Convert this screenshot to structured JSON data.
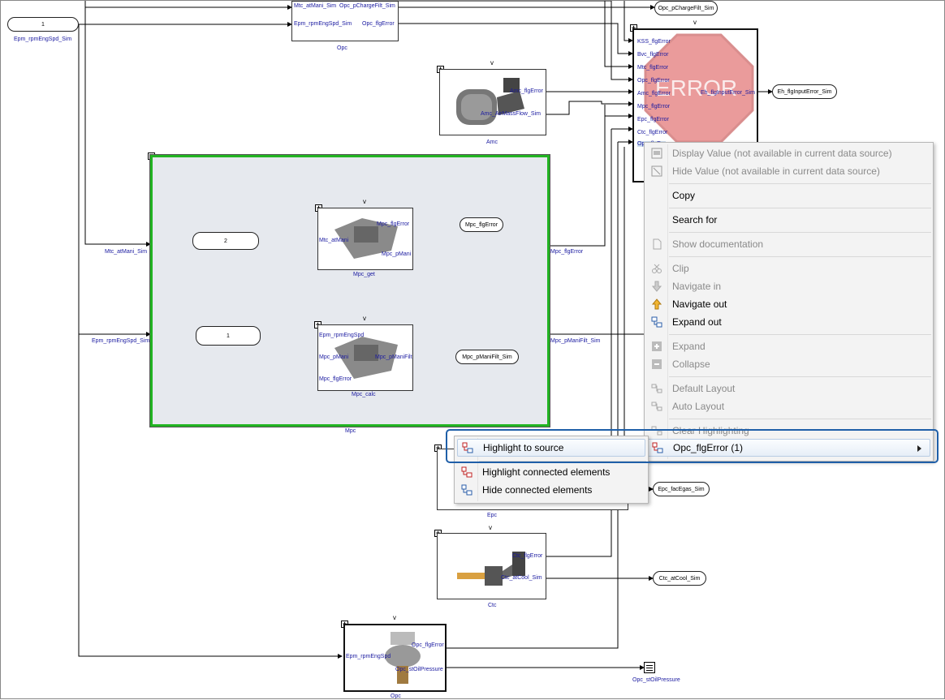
{
  "diagram": {
    "in_ports": [
      {
        "value": "1",
        "label": "Epm_rpmEngSpd_Sim"
      },
      {
        "value": "2"
      },
      {
        "value": "1"
      }
    ],
    "signals": {
      "mtc_atmani_sim": "Mtc_atMani_Sim",
      "epm_rpmengspd_sim": "Epm_rpmEngSpd_Sim",
      "mpc_flgerror_out": "Mpc_flgError",
      "mpc_pmanifilt_sim": "Mpc_pManiFilt_Sim"
    },
    "blocks": {
      "opc_top": {
        "name": "Opc",
        "ports_in": [
          "Mtc_atMani_Sim",
          "Epm_rpmEngSpd_Sim"
        ],
        "ports_out": [
          "Opc_pChargeFilt_Sim",
          "Opc_flgError"
        ]
      },
      "amc": {
        "name": "Amc",
        "ports_out": [
          "Amc_flgError",
          "Amc_AirMassFlow_Sim"
        ]
      },
      "mpc": {
        "name": "Mpc"
      },
      "mpc_get": {
        "name": "Mpc_get",
        "ports_in": [
          "Mtc_atMani"
        ],
        "ports_out": [
          "Mpc_flgError",
          "Mpc_pMani"
        ]
      },
      "mpc_calc": {
        "name": "Mpc_calc",
        "ports_in": [
          "Epm_rpmEngSpd",
          "Mpc_pMani",
          "Mpc_flgError"
        ],
        "ports_out": [
          "Mpc_pManiFilt"
        ]
      },
      "epc": {
        "name": "Epc"
      },
      "ctc": {
        "name": "Ctc",
        "ports_out": [
          "Ctc_flgError",
          "Ctc_atCool_Sim"
        ]
      },
      "opc_bottom": {
        "name": "Opc",
        "ports_in": [
          "Epm_rpmEngSpd"
        ],
        "ports_out": [
          "Opc_flgError",
          "Opc_stOilPressure"
        ]
      },
      "error_block": {
        "ports_in": [
          "KSS_flgError",
          "Bvc_flgError",
          "Mtc_flgError",
          "Opc_flgError",
          "Amc_flgError",
          "Mpc_flgError",
          "Epc_flgError",
          "Ctc_flgError",
          "Opc_flgE..."
        ],
        "ports_out": [
          "Eh_flgInputError_Sim"
        ],
        "image_text": "ERROR"
      }
    },
    "out_ports": {
      "opc_pchargefilt": "Opc_pChargeFilt_Sim",
      "eh_flginputerror": "Eh_flgInputError_Sim",
      "mpc_flgerror": "Mpc_flgError",
      "mpc_pmanifilt": "Mpc_pManiFilt_Sim",
      "epc_facegas": "Epc_facEgas_Sim",
      "ctc_atcool": "Ctc_atCool_Sim",
      "opc_stoilpressure": "Opc_stOilPressure"
    },
    "vmark": "v"
  },
  "context_menu": {
    "items": [
      {
        "label": "Display Value (not available in current data source)",
        "enabled": false,
        "icon": "display-value-icon"
      },
      {
        "label": "Hide Value (not available in current data source)",
        "enabled": false,
        "icon": "hide-value-icon"
      },
      {
        "label": "Copy",
        "enabled": true
      },
      {
        "label": "Search for",
        "enabled": true
      },
      {
        "label": "Show documentation",
        "enabled": false,
        "icon": "document-icon"
      },
      {
        "label": "Clip",
        "enabled": false,
        "icon": "clip-icon"
      },
      {
        "label": "Navigate in",
        "enabled": false,
        "icon": "navigate-in-icon"
      },
      {
        "label": "Navigate out",
        "enabled": true,
        "icon": "navigate-out-icon"
      },
      {
        "label": "Expand out",
        "enabled": true,
        "icon": "expand-out-icon"
      },
      {
        "label": "Expand",
        "enabled": false,
        "icon": "plus-box-icon"
      },
      {
        "label": "Collapse",
        "enabled": false,
        "icon": "minus-box-icon"
      },
      {
        "label": "Default Layout",
        "enabled": false,
        "icon": "default-layout-icon"
      },
      {
        "label": "Auto Layout",
        "enabled": false,
        "icon": "auto-layout-icon"
      },
      {
        "label": "Clear Highlighting",
        "enabled": false,
        "icon": "clear-highlight-icon"
      },
      {
        "label": "Opc_flgError (1)",
        "enabled": true,
        "icon": "signal-icon",
        "has_submenu": true
      }
    ]
  },
  "submenu": {
    "items": [
      {
        "label": "Highlight to source",
        "icon": "highlight-source-icon"
      },
      {
        "label": "Highlight connected elements",
        "icon": "highlight-connected-icon"
      },
      {
        "label": "Hide connected elements",
        "icon": "hide-connected-icon"
      }
    ]
  },
  "colors": {
    "accent": "#1f5fa8",
    "subsystem_border": "#22b422",
    "label_blue": "#1a1aa0",
    "stop_red": "#d94a4a"
  }
}
